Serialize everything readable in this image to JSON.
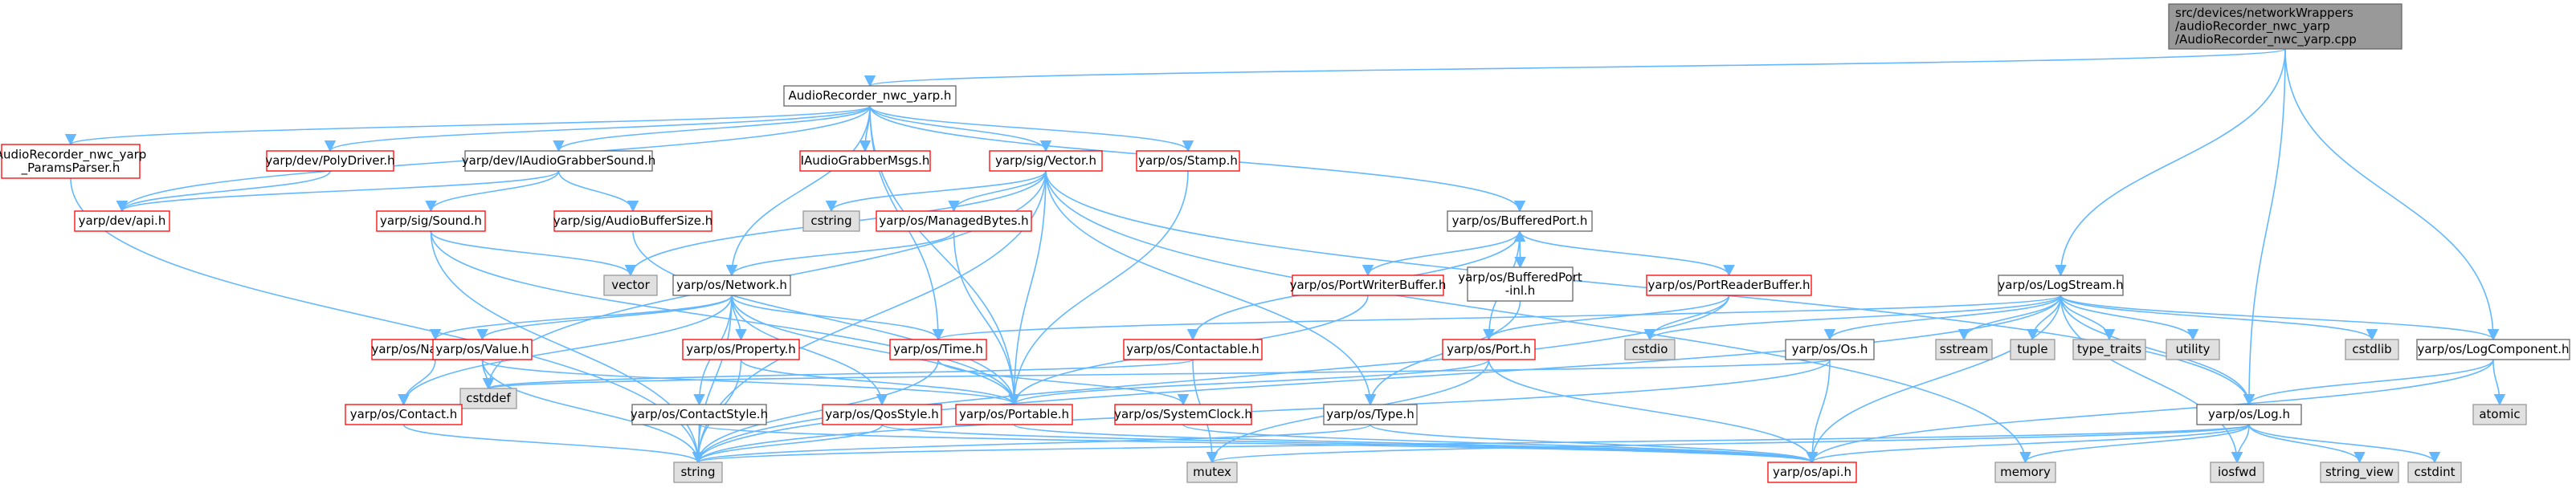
{
  "colors": {
    "edge": "#63b8ff",
    "root_fill": "#999999",
    "root_stroke": "#666666",
    "normal_stroke": "#666666",
    "red_stroke": "#ff0000",
    "gray_fill": "#e0e0e0",
    "gray_stroke": "#999999",
    "white_fill": "#ffffff"
  },
  "nodes": [
    {
      "id": "root",
      "lines": [
        "src/devices/networkWrappers",
        "/audioRecorder_nwc_yarp",
        "/AudioRecorder_nwc_yarp.cpp"
      ],
      "style": "root"
    },
    {
      "id": "audiorec_h",
      "lines": [
        "AudioRecorder_nwc_yarp.h"
      ],
      "style": "normal"
    },
    {
      "id": "paramsparser",
      "lines": [
        "AudioRecorder_nwc_yarp",
        "_ParamsParser.h"
      ],
      "style": "red"
    },
    {
      "id": "polydriver",
      "lines": [
        "yarp/dev/PolyDriver.h"
      ],
      "style": "red"
    },
    {
      "id": "iaudiograbber",
      "lines": [
        "yarp/dev/IAudioGrabberSound.h"
      ],
      "style": "normal"
    },
    {
      "id": "iaudiomsgs",
      "lines": [
        "IAudioGrabberMsgs.h"
      ],
      "style": "red"
    },
    {
      "id": "sigvector",
      "lines": [
        "yarp/sig/Vector.h"
      ],
      "style": "red"
    },
    {
      "id": "stamp",
      "lines": [
        "yarp/os/Stamp.h"
      ],
      "style": "red"
    },
    {
      "id": "bufferedport",
      "lines": [
        "yarp/os/BufferedPort.h"
      ],
      "style": "normal"
    },
    {
      "id": "devapi",
      "lines": [
        "yarp/dev/api.h"
      ],
      "style": "red"
    },
    {
      "id": "sigsound",
      "lines": [
        "yarp/sig/Sound.h"
      ],
      "style": "red"
    },
    {
      "id": "audiobuffersize",
      "lines": [
        "yarp/sig/AudioBufferSize.h"
      ],
      "style": "red"
    },
    {
      "id": "cstring",
      "lines": [
        "cstring"
      ],
      "style": "gray"
    },
    {
      "id": "managedbytes",
      "lines": [
        "yarp/os/ManagedBytes.h"
      ],
      "style": "red"
    },
    {
      "id": "vector",
      "lines": [
        "vector"
      ],
      "style": "gray"
    },
    {
      "id": "network",
      "lines": [
        "yarp/os/Network.h"
      ],
      "style": "normal"
    },
    {
      "id": "portwriterbuffer",
      "lines": [
        "yarp/os/PortWriterBuffer.h"
      ],
      "style": "red"
    },
    {
      "id": "bufferedport_inl",
      "lines": [
        "yarp/os/BufferedPort",
        "-inl.h"
      ],
      "style": "normal"
    },
    {
      "id": "portreaderbuffer",
      "lines": [
        "yarp/os/PortReaderBuffer.h"
      ],
      "style": "red"
    },
    {
      "id": "logstream",
      "lines": [
        "yarp/os/LogStream.h"
      ],
      "style": "normal"
    },
    {
      "id": "namestore",
      "lines": [
        "yarp/os/NameStore.h"
      ],
      "style": "red"
    },
    {
      "id": "value",
      "lines": [
        "yarp/os/Value.h"
      ],
      "style": "red"
    },
    {
      "id": "property",
      "lines": [
        "yarp/os/Property.h"
      ],
      "style": "red"
    },
    {
      "id": "time",
      "lines": [
        "yarp/os/Time.h"
      ],
      "style": "red"
    },
    {
      "id": "contactable",
      "lines": [
        "yarp/os/Contactable.h"
      ],
      "style": "red"
    },
    {
      "id": "port",
      "lines": [
        "yarp/os/Port.h"
      ],
      "style": "red"
    },
    {
      "id": "cstdio",
      "lines": [
        "cstdio"
      ],
      "style": "gray"
    },
    {
      "id": "os",
      "lines": [
        "yarp/os/Os.h"
      ],
      "style": "normal"
    },
    {
      "id": "sstream",
      "lines": [
        "sstream"
      ],
      "style": "gray"
    },
    {
      "id": "tuple",
      "lines": [
        "tuple"
      ],
      "style": "gray"
    },
    {
      "id": "type_traits",
      "lines": [
        "type_traits"
      ],
      "style": "gray"
    },
    {
      "id": "utility",
      "lines": [
        "utility"
      ],
      "style": "gray"
    },
    {
      "id": "cstdlib",
      "lines": [
        "cstdlib"
      ],
      "style": "gray"
    },
    {
      "id": "logcomponent",
      "lines": [
        "yarp/os/LogComponent.h"
      ],
      "style": "normal"
    },
    {
      "id": "cstddef",
      "lines": [
        "cstddef"
      ],
      "style": "gray"
    },
    {
      "id": "contact",
      "lines": [
        "yarp/os/Contact.h"
      ],
      "style": "red"
    },
    {
      "id": "contactstyle",
      "lines": [
        "yarp/os/ContactStyle.h"
      ],
      "style": "normal"
    },
    {
      "id": "qosstyle",
      "lines": [
        "yarp/os/QosStyle.h"
      ],
      "style": "red"
    },
    {
      "id": "portable",
      "lines": [
        "yarp/os/Portable.h"
      ],
      "style": "red"
    },
    {
      "id": "systemclock",
      "lines": [
        "yarp/os/SystemClock.h"
      ],
      "style": "red"
    },
    {
      "id": "type",
      "lines": [
        "yarp/os/Type.h"
      ],
      "style": "normal"
    },
    {
      "id": "log",
      "lines": [
        "yarp/os/Log.h"
      ],
      "style": "normal"
    },
    {
      "id": "atomic",
      "lines": [
        "atomic"
      ],
      "style": "gray"
    },
    {
      "id": "string",
      "lines": [
        "string"
      ],
      "style": "gray"
    },
    {
      "id": "mutex",
      "lines": [
        "mutex"
      ],
      "style": "gray"
    },
    {
      "id": "osapi",
      "lines": [
        "yarp/os/api.h"
      ],
      "style": "red"
    },
    {
      "id": "memory",
      "lines": [
        "memory"
      ],
      "style": "gray"
    },
    {
      "id": "iosfwd",
      "lines": [
        "iosfwd"
      ],
      "style": "gray"
    },
    {
      "id": "string_view",
      "lines": [
        "string_view"
      ],
      "style": "gray"
    },
    {
      "id": "cstdint",
      "lines": [
        "cstdint"
      ],
      "style": "gray"
    }
  ],
  "edges": [
    [
      "root",
      "audiorec_h"
    ],
    [
      "root",
      "logstream"
    ],
    [
      "root",
      "log"
    ],
    [
      "root",
      "logcomponent"
    ],
    [
      "audiorec_h",
      "paramsparser"
    ],
    [
      "audiorec_h",
      "polydriver"
    ],
    [
      "audiorec_h",
      "iaudiograbber"
    ],
    [
      "audiorec_h",
      "iaudiomsgs"
    ],
    [
      "audiorec_h",
      "sigvector"
    ],
    [
      "audiorec_h",
      "stamp"
    ],
    [
      "audiorec_h",
      "bufferedport"
    ],
    [
      "audiorec_h",
      "network"
    ],
    [
      "audiorec_h",
      "time"
    ],
    [
      "audiorec_h",
      "portable"
    ],
    [
      "audiorec_h",
      "devapi"
    ],
    [
      "paramsparser",
      "string"
    ],
    [
      "polydriver",
      "devapi"
    ],
    [
      "iaudiograbber",
      "devapi"
    ],
    [
      "iaudiograbber",
      "sigsound"
    ],
    [
      "iaudiograbber",
      "audiobuffersize"
    ],
    [
      "sigvector",
      "cstring"
    ],
    [
      "sigvector",
      "managedbytes"
    ],
    [
      "sigvector",
      "vector"
    ],
    [
      "sigvector",
      "portable"
    ],
    [
      "sigvector",
      "type"
    ],
    [
      "sigvector",
      "log"
    ],
    [
      "sigvector",
      "string"
    ],
    [
      "sigvector",
      "cstddef"
    ],
    [
      "sigvector",
      "memory"
    ],
    [
      "stamp",
      "portable"
    ],
    [
      "bufferedport",
      "contactable"
    ],
    [
      "bufferedport",
      "portwriterbuffer"
    ],
    [
      "bufferedport",
      "bufferedport_inl"
    ],
    [
      "bufferedport",
      "portreaderbuffer"
    ],
    [
      "bufferedport",
      "port"
    ],
    [
      "bufferedport_inl",
      "bufferedport"
    ],
    [
      "bufferedport_inl",
      "type"
    ],
    [
      "sigsound",
      "vector"
    ],
    [
      "sigsound",
      "string"
    ],
    [
      "sigsound",
      "portable"
    ],
    [
      "audiobuffersize",
      "portable"
    ],
    [
      "managedbytes",
      "network"
    ],
    [
      "managedbytes",
      "portable"
    ],
    [
      "network",
      "namestore"
    ],
    [
      "network",
      "value"
    ],
    [
      "network",
      "property"
    ],
    [
      "network",
      "time"
    ],
    [
      "network",
      "contact"
    ],
    [
      "network",
      "contactstyle"
    ],
    [
      "network",
      "qosstyle"
    ],
    [
      "network",
      "portable"
    ],
    [
      "network",
      "string"
    ],
    [
      "portwriterbuffer",
      "portable"
    ],
    [
      "portreaderbuffer",
      "port"
    ],
    [
      "portreaderbuffer",
      "cstdio"
    ],
    [
      "portreaderbuffer",
      "string"
    ],
    [
      "logstream",
      "time"
    ],
    [
      "logstream",
      "os"
    ],
    [
      "logstream",
      "sstream"
    ],
    [
      "logstream",
      "tuple"
    ],
    [
      "logstream",
      "type_traits"
    ],
    [
      "logstream",
      "utility"
    ],
    [
      "logstream",
      "cstdlib"
    ],
    [
      "logstream",
      "logcomponent"
    ],
    [
      "logstream",
      "log"
    ],
    [
      "logstream",
      "cstdio"
    ],
    [
      "logstream",
      "string"
    ],
    [
      "logstream",
      "osapi"
    ],
    [
      "logstream",
      "iosfwd"
    ],
    [
      "namestore",
      "contact"
    ],
    [
      "value",
      "cstddef"
    ],
    [
      "value",
      "string"
    ],
    [
      "value",
      "portable"
    ],
    [
      "property",
      "portable"
    ],
    [
      "property",
      "string"
    ],
    [
      "time",
      "systemclock"
    ],
    [
      "time",
      "string"
    ],
    [
      "contactable",
      "cstddef"
    ],
    [
      "contactable",
      "mutex"
    ],
    [
      "port",
      "portable"
    ],
    [
      "port",
      "osapi"
    ],
    [
      "port",
      "mutex"
    ],
    [
      "os",
      "cstddef"
    ],
    [
      "os",
      "string"
    ],
    [
      "os",
      "osapi"
    ],
    [
      "logcomponent",
      "log"
    ],
    [
      "logcomponent",
      "atomic"
    ],
    [
      "logcomponent",
      "osapi"
    ],
    [
      "contact",
      "string"
    ],
    [
      "contactstyle",
      "string"
    ],
    [
      "contactstyle",
      "osapi"
    ],
    [
      "qosstyle",
      "string"
    ],
    [
      "qosstyle",
      "osapi"
    ],
    [
      "portable",
      "osapi"
    ],
    [
      "systemclock",
      "osapi"
    ],
    [
      "type",
      "string"
    ],
    [
      "type",
      "osapi"
    ],
    [
      "log",
      "string_view"
    ],
    [
      "log",
      "cstdint"
    ],
    [
      "log",
      "iosfwd"
    ],
    [
      "log",
      "memory"
    ],
    [
      "log",
      "mutex"
    ],
    [
      "log",
      "string"
    ],
    [
      "log",
      "osapi"
    ]
  ]
}
